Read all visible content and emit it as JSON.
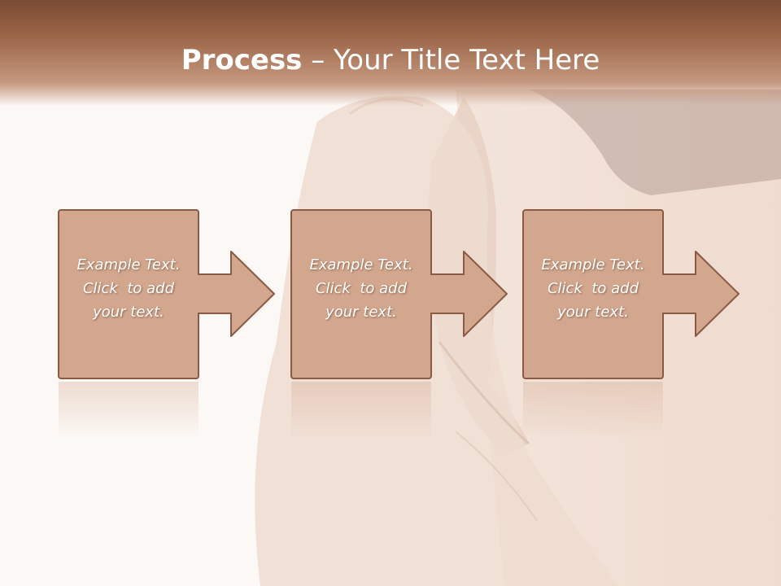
{
  "slide": {
    "title_bold": "Process",
    "title_rest": " – Your Title Text Here"
  },
  "colors": {
    "title_band": "#9c6649",
    "box_fill": "#d2a78e",
    "box_border": "#8a5a45",
    "background": "#fcf8f5"
  },
  "steps": [
    {
      "line1": "Example Text.",
      "line2": "Click  to add",
      "line3": "your text."
    },
    {
      "line1": "Example Text.",
      "line2": "Click  to add",
      "line3": "your text."
    },
    {
      "line1": "Example Text.",
      "line2": "Click  to add",
      "line3": "your text."
    }
  ]
}
